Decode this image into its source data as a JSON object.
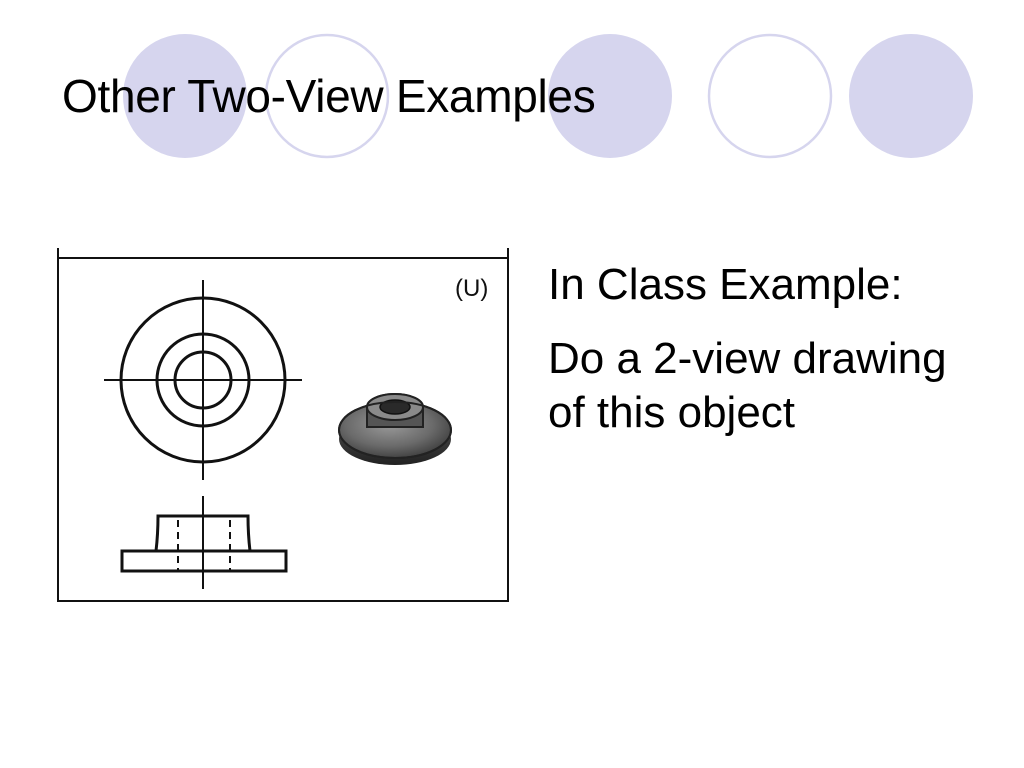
{
  "slide": {
    "title": "Other Two-View Examples",
    "figure": {
      "tag": "(U)"
    },
    "body": {
      "heading": "In Class Example:",
      "instruction": "Do a 2-view drawing of this object"
    }
  },
  "theme": {
    "circle_fill": "#d6d5ee",
    "circle_outline": "#d6d5ee",
    "text_color": "#000000",
    "background": "#ffffff"
  }
}
